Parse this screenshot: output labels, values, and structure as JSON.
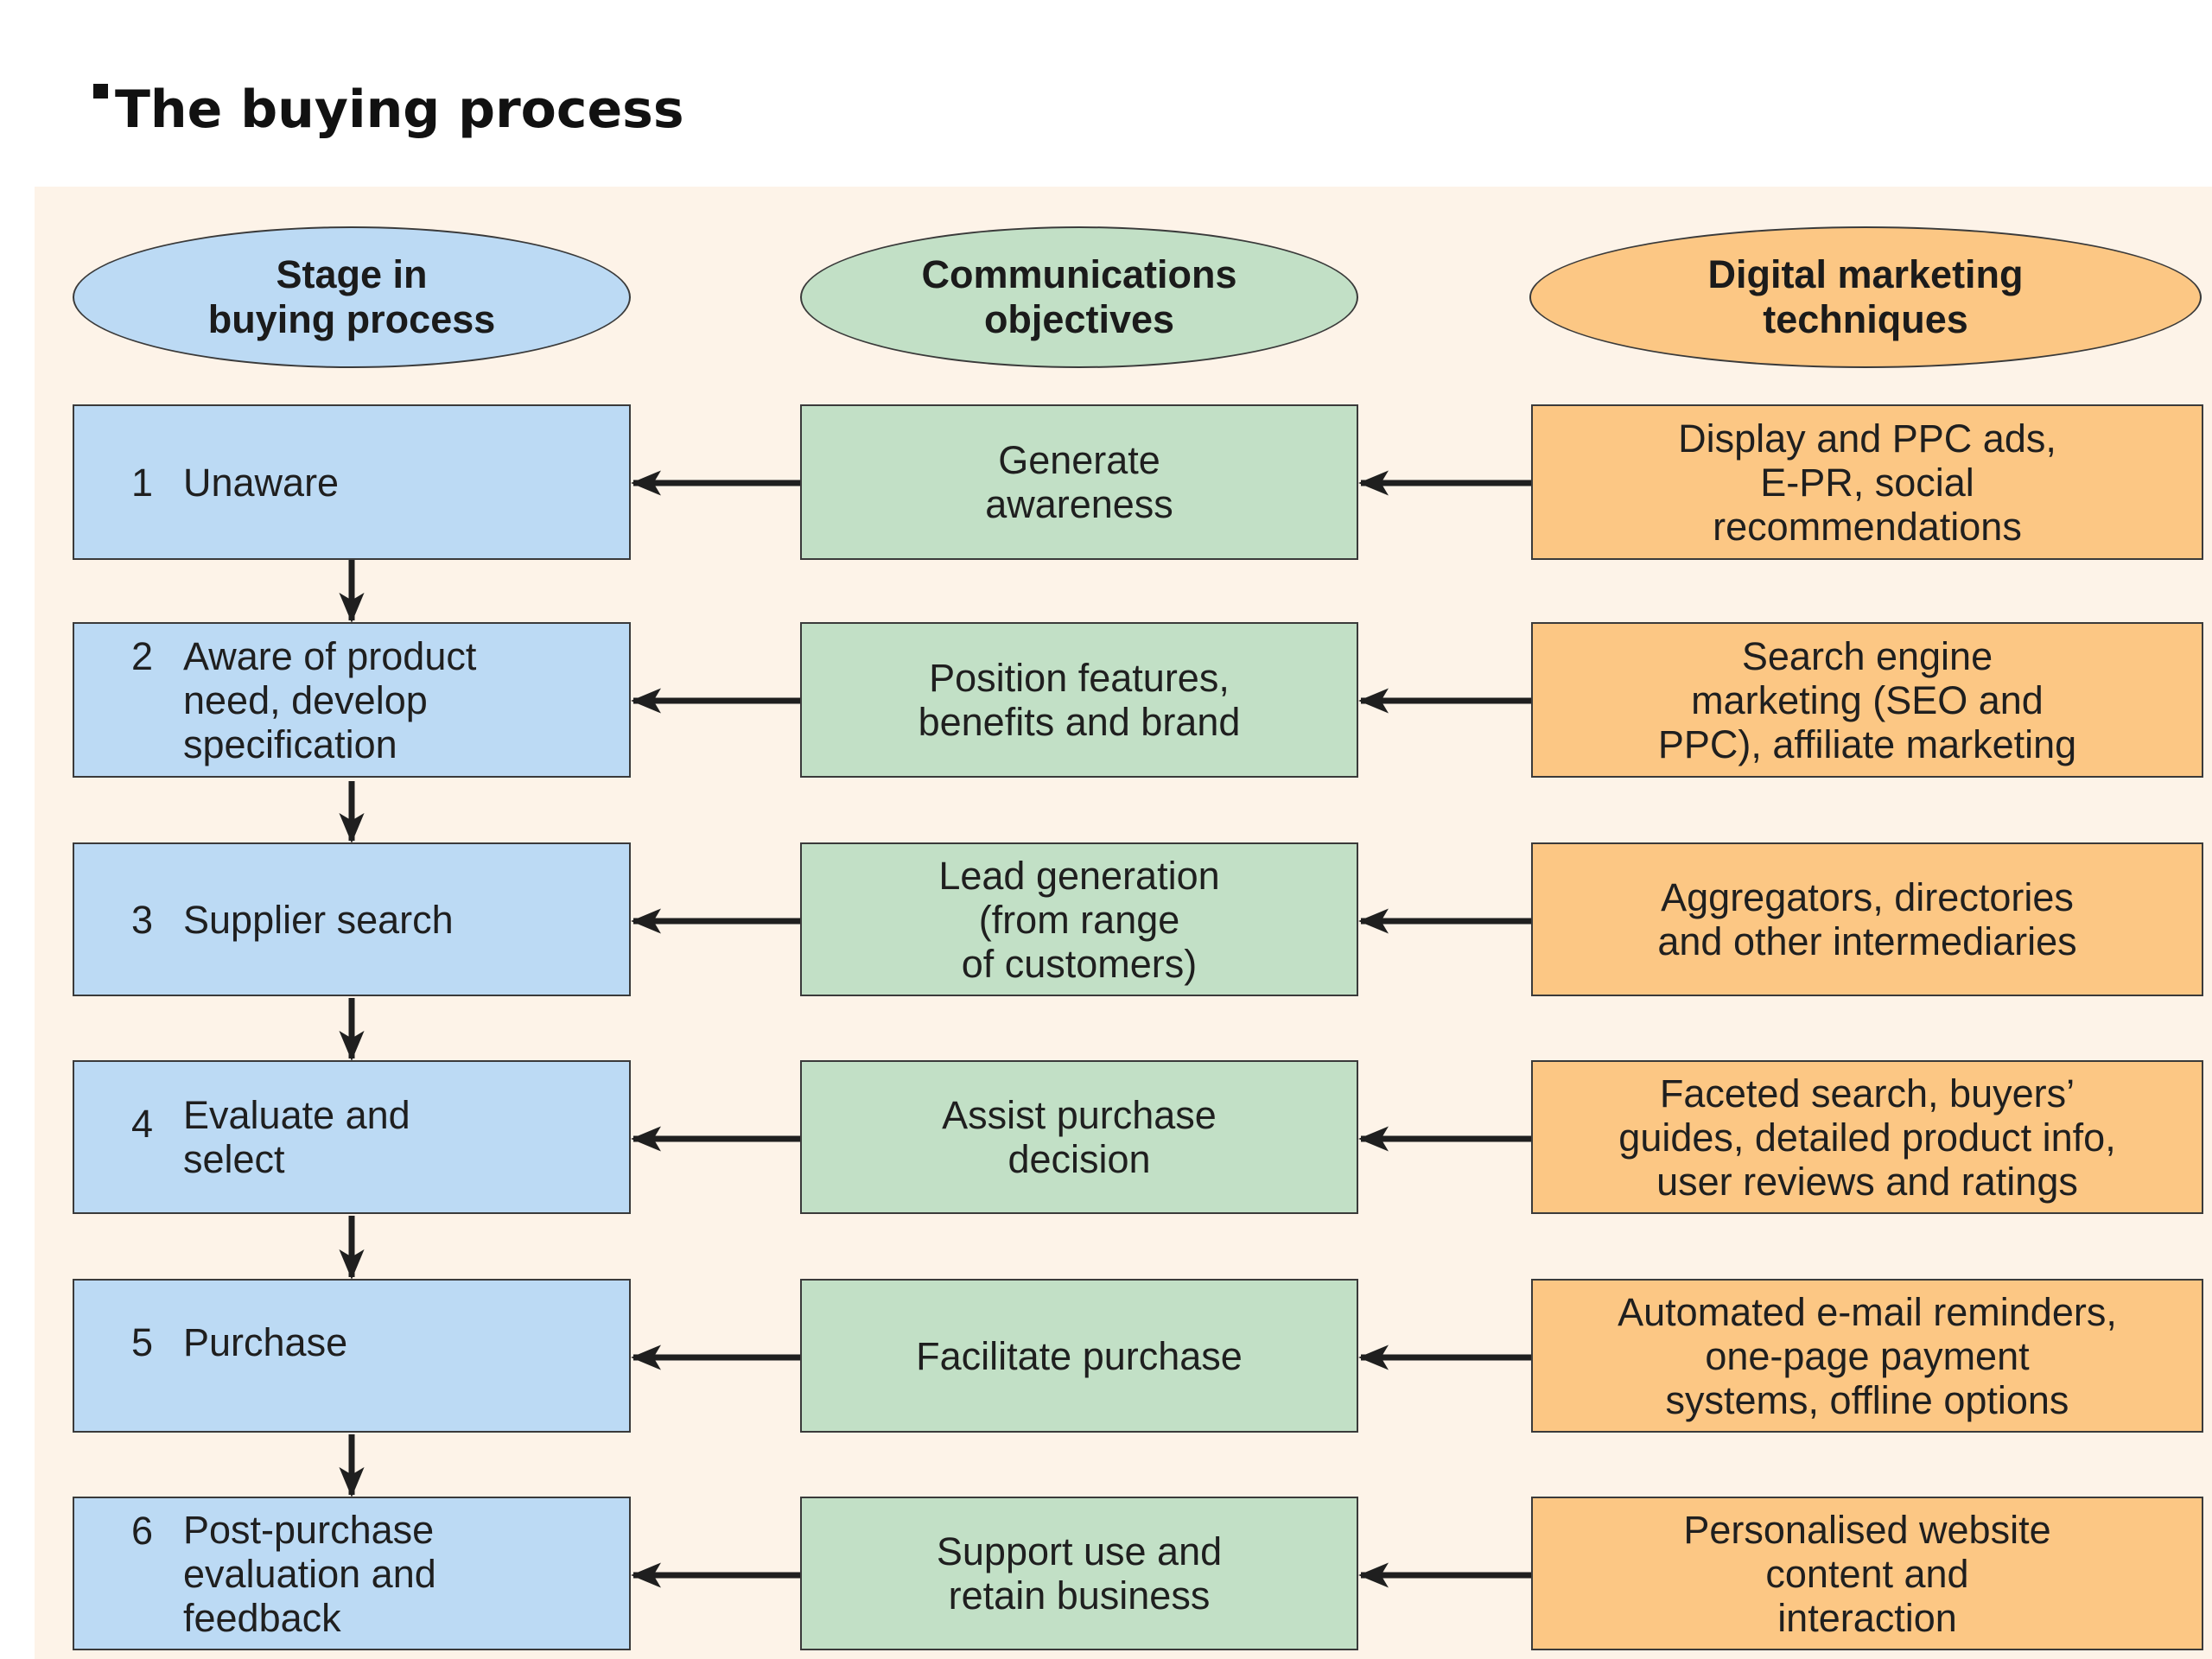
{
  "title": "The buying process",
  "headers": {
    "stage": "Stage in\nbuying process",
    "objectives": "Communications\nobjectives",
    "techniques": "Digital marketing\ntechniques"
  },
  "rows": [
    {
      "num": "1",
      "stage": "Unaware",
      "objective": "Generate\nawareness",
      "technique": "Display and PPC ads,\nE-PR, social\nrecommendations"
    },
    {
      "num": "2",
      "stage": "Aware of product\nneed, develop\nspecification",
      "objective": "Position features,\nbenefits and brand",
      "technique": "Search engine\nmarketing (SEO and\nPPC), affiliate marketing"
    },
    {
      "num": "3",
      "stage": "Supplier search",
      "objective": "Lead generation\n(from range\nof customers)",
      "technique": "Aggregators, directories\nand other intermediaries"
    },
    {
      "num": "4",
      "stage": "Evaluate and\nselect",
      "objective": "Assist purchase\ndecision",
      "technique": "Faceted search, buyers’\nguides, detailed product info,\nuser reviews and ratings"
    },
    {
      "num": "5",
      "stage": "Purchase",
      "objective": "Facilitate purchase",
      "technique": "Automated e-mail reminders,\none-page payment\nsystems, offline options"
    },
    {
      "num": "6",
      "stage": "Post-purchase\nevaluation and\nfeedback",
      "objective": "Support use and\nretain business",
      "technique": "Personalised website\ncontent and\ninteraction"
    }
  ],
  "colors": {
    "stage": "#bcdaf4",
    "objective": "#c2e0c6",
    "technique": "#fcc784",
    "panel": "#fdf3e8"
  }
}
